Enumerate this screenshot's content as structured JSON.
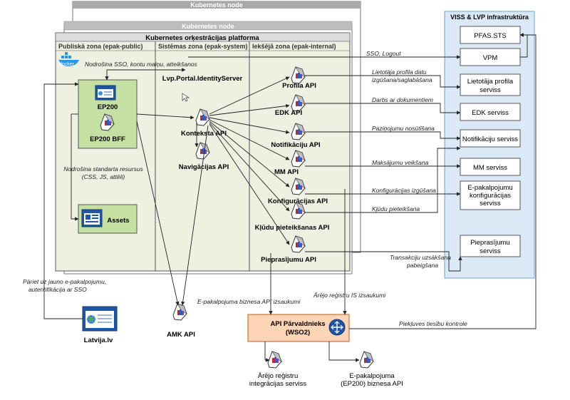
{
  "k8s_node_title_1": "Kubernetes node",
  "k8s_node_title_2": "Kubernetes node",
  "platform_title": "Kubernetes orķestrācijas platforma",
  "zones": {
    "public": "Publiskā zona (epak-public)",
    "system": "Sistēmas zona (epak-system)",
    "internal": "Iekšējā zona (epak-internal)"
  },
  "docker_label": "docker",
  "viss_title": "VISS & LVP infrastruktūra",
  "components": {
    "ep200": "EP200",
    "ep200_bff": "EP200 BFF",
    "assets": "Assets",
    "identity_server": "Lvp.Portal.IdentityServer",
    "konteksta_api": "Konteksta API",
    "navigacijas_api": "Navigācijas API",
    "profila_api": "Profila API",
    "edk_api": "EDK API",
    "notifikaciju_api": "Notifikāciju API",
    "mm_api": "MM API",
    "konfiguracijas_api": "Konfigurācijas API",
    "kludu_api": "Kļūdu pieteikšanas API",
    "pieprasijumu_api": "Pieprasījumu API",
    "amk_api": "AMK API",
    "latvija": "Latvija.lv",
    "gateway_line1": "API Pārvaldnieks",
    "gateway_line2": "(WSO2)",
    "ext_registry_line1": "Ārējo reģistru",
    "ext_registry_line2": "integrācijas serviss",
    "biz_api_line1": "E-pakalpojuma",
    "biz_api_line2": "(EP200) biznesa API"
  },
  "services": {
    "pfas": "PFAS.STS",
    "vpm": "VPM",
    "profile_line1": "Lietotāja profila",
    "profile_line2": "serviss",
    "edk": "EDK serviss",
    "notif": "Notifikāciju serviss",
    "mm": "MM serviss",
    "config_line1": "E-pakalpojumu",
    "config_line2": "konfigurācijas",
    "config_line3": "serviss",
    "requests_line1": "Pieprasījumu",
    "requests_line2": "serviss"
  },
  "labels": {
    "sso_top": "Nodrošina SSO, kontu maiņu, atteikšanos",
    "sso_logout": "SSO, Logout",
    "profile_data_line1": "Lietotāja profila datu",
    "profile_data_line2": "izgūšana/saglabāšana",
    "docs_work": "Darbs ar dokumentiem",
    "notif_send": "Paziņojumu nosūtīšana",
    "payments": "Maksājumu veikšana",
    "config_get": "Konfigurācijas izgūšana",
    "error_report": "Kļūdu pieteikšana",
    "transaction_line1": "Transakciju uzsākšana",
    "transaction_line2": "pabeigšana",
    "resources_line1": "Nodrošina standarta resursus",
    "resources_line2": "(CSS, JS, attēli)",
    "redirect_line1": "Pāriet uz jauno e-pakalpojumu,",
    "redirect_line2": "autentifikācija ar SSO",
    "biz_api_calls": "E-pakalpojuma biznesa API izsaukumi",
    "ext_is_calls": "Ārējo reģistru IS izsaukumi",
    "access_control": "Piekļuves tiesību kontrole"
  },
  "colors": {
    "zone_fill": "#eef1e2",
    "viss_fill": "#dbe9f7",
    "viss_border": "#7fb0d8",
    "bff_fill": "#c6dfa2",
    "gateway_fill": "#fbd5b5",
    "gateway_border": "#c8743a",
    "gateway_icon": "#1f55a5"
  }
}
